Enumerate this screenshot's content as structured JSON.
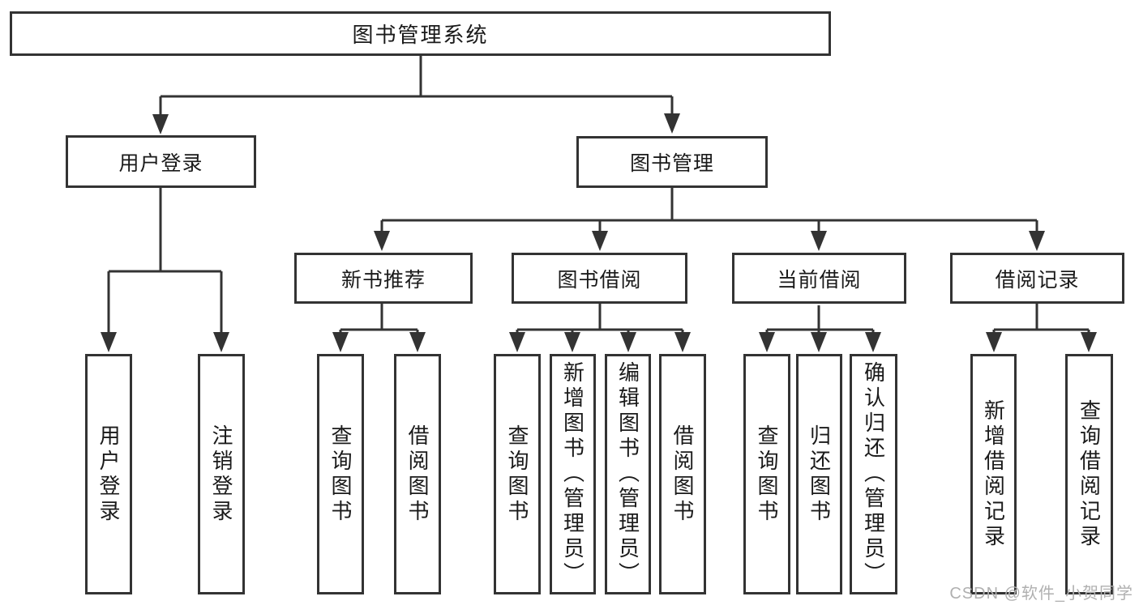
{
  "diagram": {
    "root": {
      "label": "图书管理系统"
    },
    "branches": [
      {
        "label": "用户登录",
        "children": [
          {
            "label": "用户登录"
          },
          {
            "label": "注销登录"
          }
        ]
      },
      {
        "label": "图书管理",
        "children": [
          {
            "label": "新书推荐",
            "children": [
              {
                "label": "查询图书"
              },
              {
                "label": "借阅图书"
              }
            ]
          },
          {
            "label": "图书借阅",
            "children": [
              {
                "label": "查询图书"
              },
              {
                "label": "新增图书（管理员）"
              },
              {
                "label": "编辑图书（管理员）"
              },
              {
                "label": "借阅图书"
              }
            ]
          },
          {
            "label": "当前借阅",
            "children": [
              {
                "label": "查询图书"
              },
              {
                "label": "归还图书"
              },
              {
                "label": "确认归还（管理员）"
              }
            ]
          },
          {
            "label": "借阅记录",
            "children": [
              {
                "label": "新增借阅记录"
              },
              {
                "label": "查询借阅记录"
              }
            ]
          }
        ]
      }
    ]
  },
  "watermark": {
    "text": "CSDN @软件_小贺同学",
    "color": "#b0b0b0"
  },
  "colors": {
    "line": "#333333",
    "box_border": "#333333",
    "box_fill": "#ffffff",
    "text": "#1a1a1a",
    "background": "#ffffff"
  }
}
